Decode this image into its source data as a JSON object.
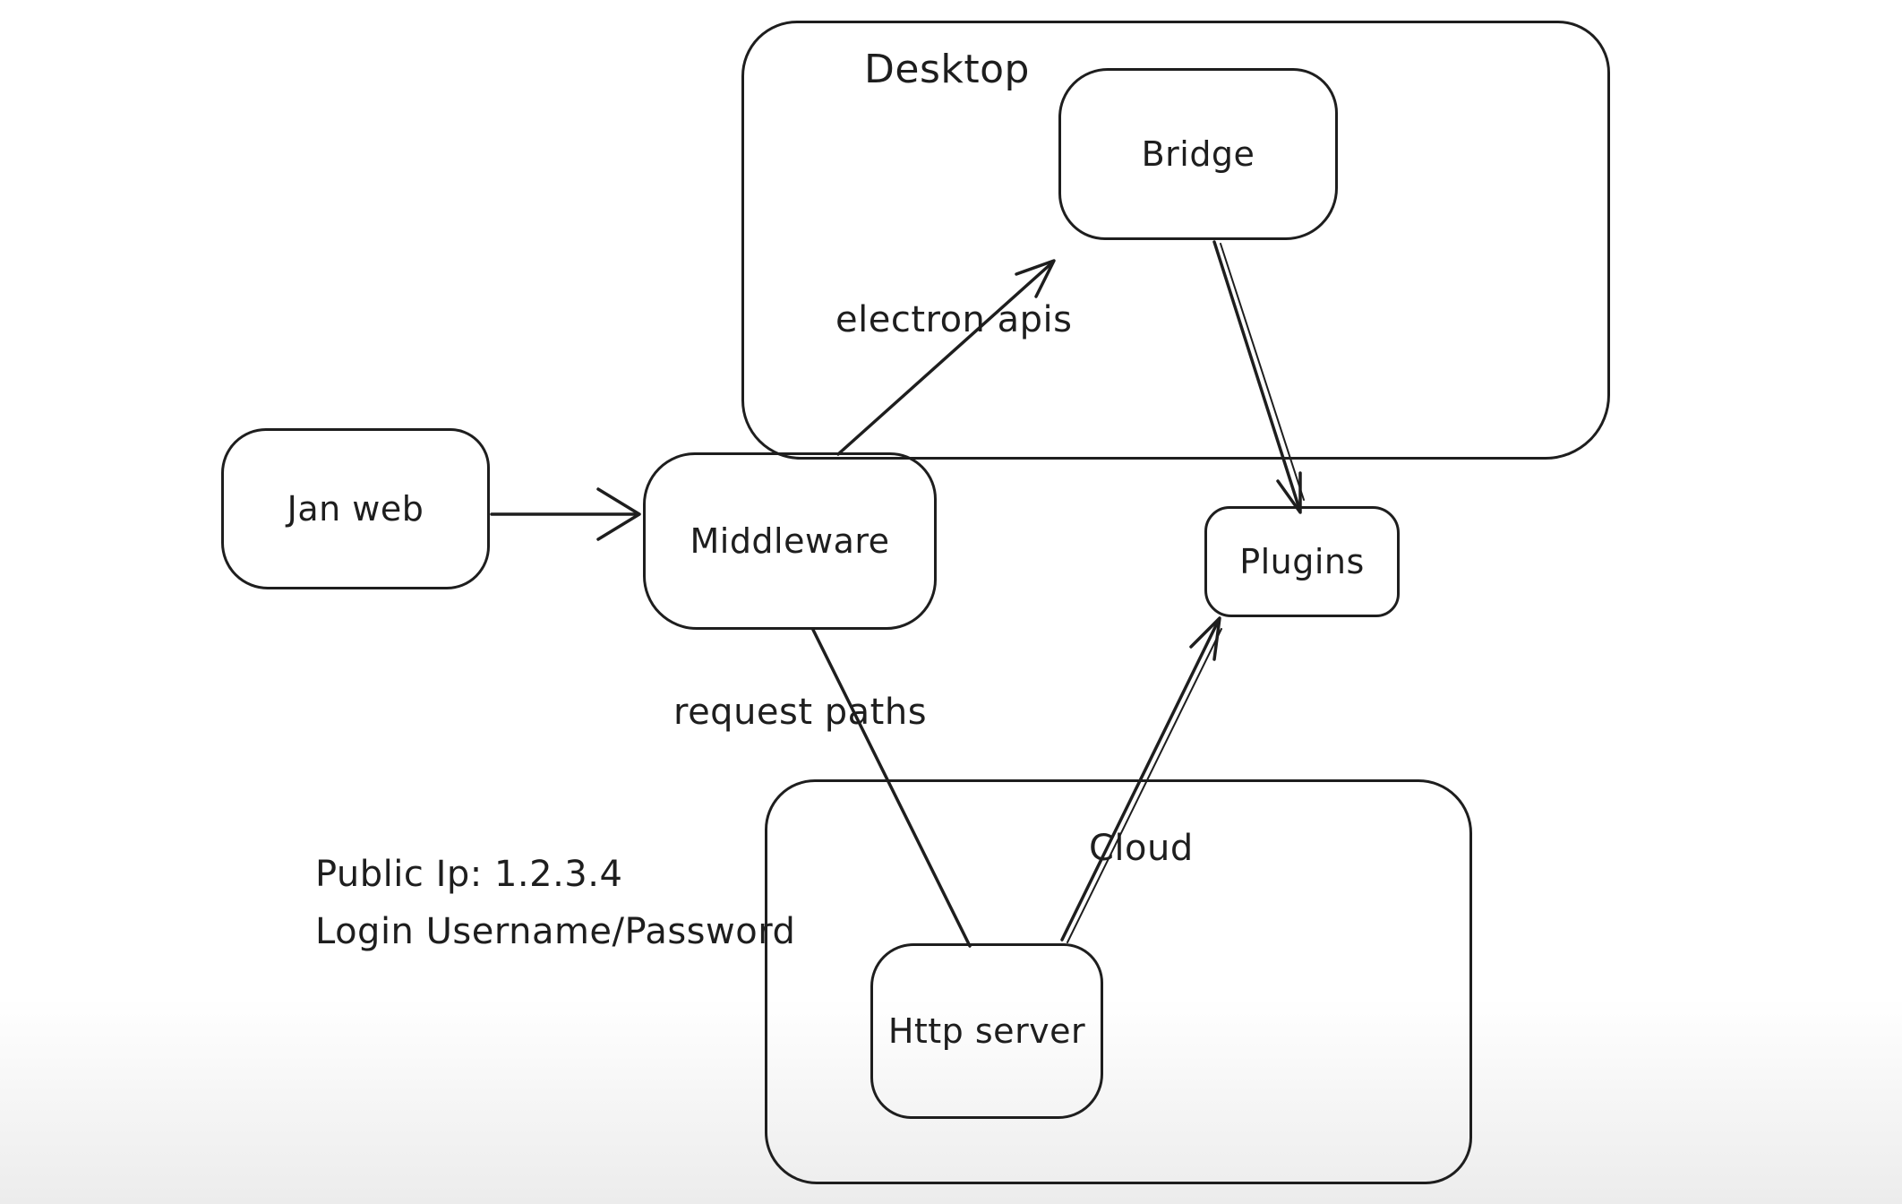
{
  "colors": {
    "background": "#ffffff",
    "stroke": "#1e1e1e",
    "bottom_fade": "#ececec"
  },
  "containers": {
    "desktop": {
      "label": "Desktop"
    },
    "cloud": {
      "label": "Cloud"
    }
  },
  "nodes": {
    "jan_web": {
      "label": "Jan web"
    },
    "middleware": {
      "label": "Middleware"
    },
    "bridge": {
      "label": "Bridge"
    },
    "plugins": {
      "label": "Plugins"
    },
    "http_server": {
      "label": "Http server"
    }
  },
  "edges": [
    {
      "from": "Jan web",
      "to": "Middleware",
      "label": "",
      "arrowhead": "arrow"
    },
    {
      "from": "Middleware",
      "to": "Bridge",
      "label": "electron apis",
      "arrowhead": "arrow"
    },
    {
      "from": "Bridge",
      "to": "Plugins",
      "label": "",
      "arrowhead": "arrow"
    },
    {
      "from": "Middleware",
      "to": "Http server",
      "label": "request paths",
      "arrowhead": "none"
    },
    {
      "from": "Http server",
      "to": "Plugins",
      "label": "",
      "arrowhead": "arrow"
    }
  ],
  "annotation": {
    "line1": "Public Ip: 1.2.3.4",
    "line2": "Login Username/Password"
  }
}
